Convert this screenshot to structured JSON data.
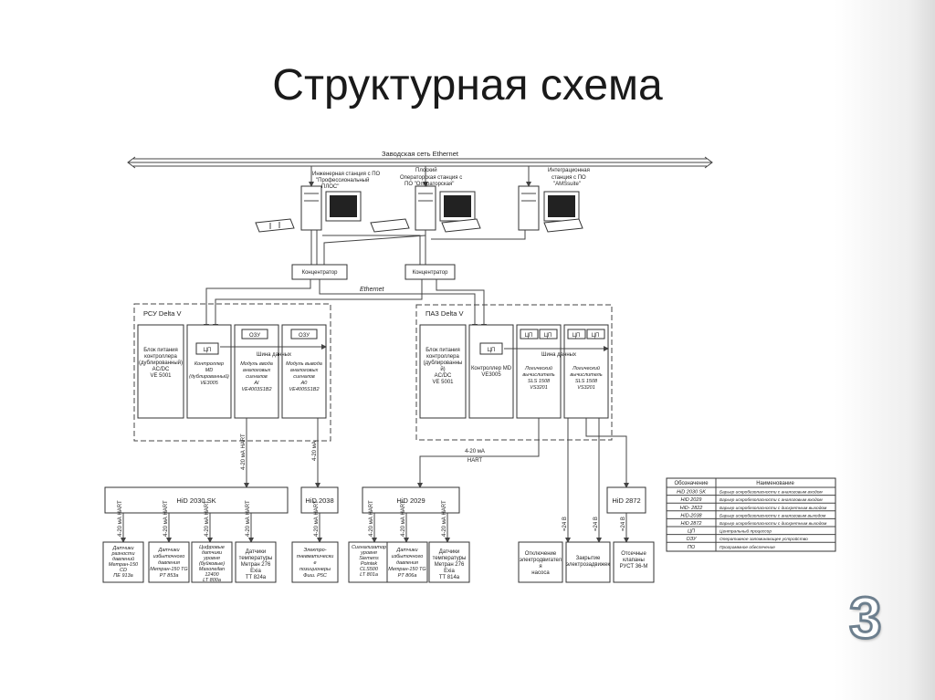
{
  "slide": {
    "title": "Структурная схема",
    "page_number": "3"
  },
  "network": {
    "factory_ethernet": "Заводская сеть Ethernet",
    "ethernet": "Ethernet"
  },
  "stations": [
    [
      "Инженерная станция с ПО",
      "\"Профессиональный",
      "ПЛОС\""
    ],
    [
      "Плоский",
      "Операторская станция с",
      "ПО \"Операторская\""
    ],
    [
      "Интеграционная",
      "станция с ПО",
      "\"AMSsuite\""
    ]
  ],
  "hubs": [
    "Концентратор",
    "Концентратор"
  ],
  "rsu": {
    "label": "РСУ Delta V",
    "psu": [
      "Блок питания",
      "контроллера",
      "(дублированный)",
      "AC/DC",
      "VE 5001"
    ],
    "controller": [
      "Контроллер",
      "MD",
      "(дублированный)",
      "VE3005"
    ],
    "cpu": "ЦП",
    "ozu": [
      "ОЗУ",
      "ОЗУ"
    ],
    "databus": "Шина данных",
    "ai": [
      "Модуль ввода",
      "аналоговых",
      "сигналов",
      "AI",
      "VE4003S1B2"
    ],
    "ao": [
      "Модуль вывода",
      "аналоговых",
      "сигналов",
      "A0",
      "VE4005S1B2"
    ]
  },
  "paz": {
    "label": "ПАЗ Delta V",
    "psu": [
      "Блок питания",
      "контроллера",
      "(дублированны",
      "й)",
      "AC/DC",
      "VE 5001"
    ],
    "controller": [
      "Контроллер MD",
      "VE3005"
    ],
    "cpu": "ЦП",
    "cpu_pairs": [
      "ЦП",
      "ЦП",
      "ЦП",
      "ЦП"
    ],
    "databus": "Шина данных",
    "logic1": [
      "Логический",
      "вычислитель",
      "SLS 1508",
      "VS3201"
    ],
    "logic2": [
      "Логический",
      "вычислитель",
      "SLS 1508",
      "VS3201"
    ]
  },
  "signal_labels": {
    "current": "4-20 мА",
    "hart": "HART",
    "current_hart": "4-20 мА HART",
    "dc24": "=24 В"
  },
  "barriers": [
    "HiD 2030 SK",
    "HiD 2038",
    "HiD 2029",
    "HiD 2872"
  ],
  "sensors": [
    [
      "Датчики",
      "разности",
      "давлений",
      "Метран-150",
      "CD",
      "ПЕ 913а"
    ],
    [
      "Датчики",
      "избыточного",
      "давления",
      "Метран-150 TG",
      "PT 853a"
    ],
    [
      "Цифровые",
      "датчики",
      "уровня",
      "(буйковые)",
      "Masoneilan",
      "12400",
      "LT 800a"
    ],
    [
      "Датчики",
      "температуры",
      "Метран 276",
      "Exia",
      "TT 824a"
    ],
    [
      "Электро-",
      "пневматически",
      "е",
      "позиционеры",
      "Фиш. P5C"
    ],
    [
      "Сигнализатор",
      "уровня",
      "Siemens",
      "Pointek",
      "CLS500",
      "LT 801a"
    ],
    [
      "Датчики",
      "избыточного",
      "давления",
      "Метран-150 TG",
      "PT 806a"
    ],
    [
      "Датчики",
      "температуры",
      "Метран 276",
      "Exia",
      "TT 814a"
    ],
    [
      "Отключение",
      "электродвигател",
      "я",
      "насоса"
    ],
    [
      "Закрытие",
      "электрозадвижек"
    ],
    [
      "Отсечные",
      "клапаны",
      "РУСТ 36-М"
    ]
  ],
  "legend": {
    "headers": [
      "Обозначение",
      "Наименование"
    ],
    "rows": [
      [
        "HiD 2030 SK",
        "Барьер искробезопасности с аналоговым входом"
      ],
      [
        "HiD 2029",
        "Барьер искробезопасности с аналоговым входом"
      ],
      [
        "HiD- 2822",
        "Барьер искробезопасности с дискретным выходом"
      ],
      [
        "HiD-2038",
        "Барьер искробезопасности с аналоговым выходом"
      ],
      [
        "HiD 2872",
        "Барьер искробезопасности с дискретным выходом"
      ],
      [
        "ЦП",
        "Центральный процессор"
      ],
      [
        "ОЗУ",
        "Оперативное запоминающее устройство"
      ],
      [
        "ПО",
        "Программное обеспечение"
      ]
    ]
  }
}
